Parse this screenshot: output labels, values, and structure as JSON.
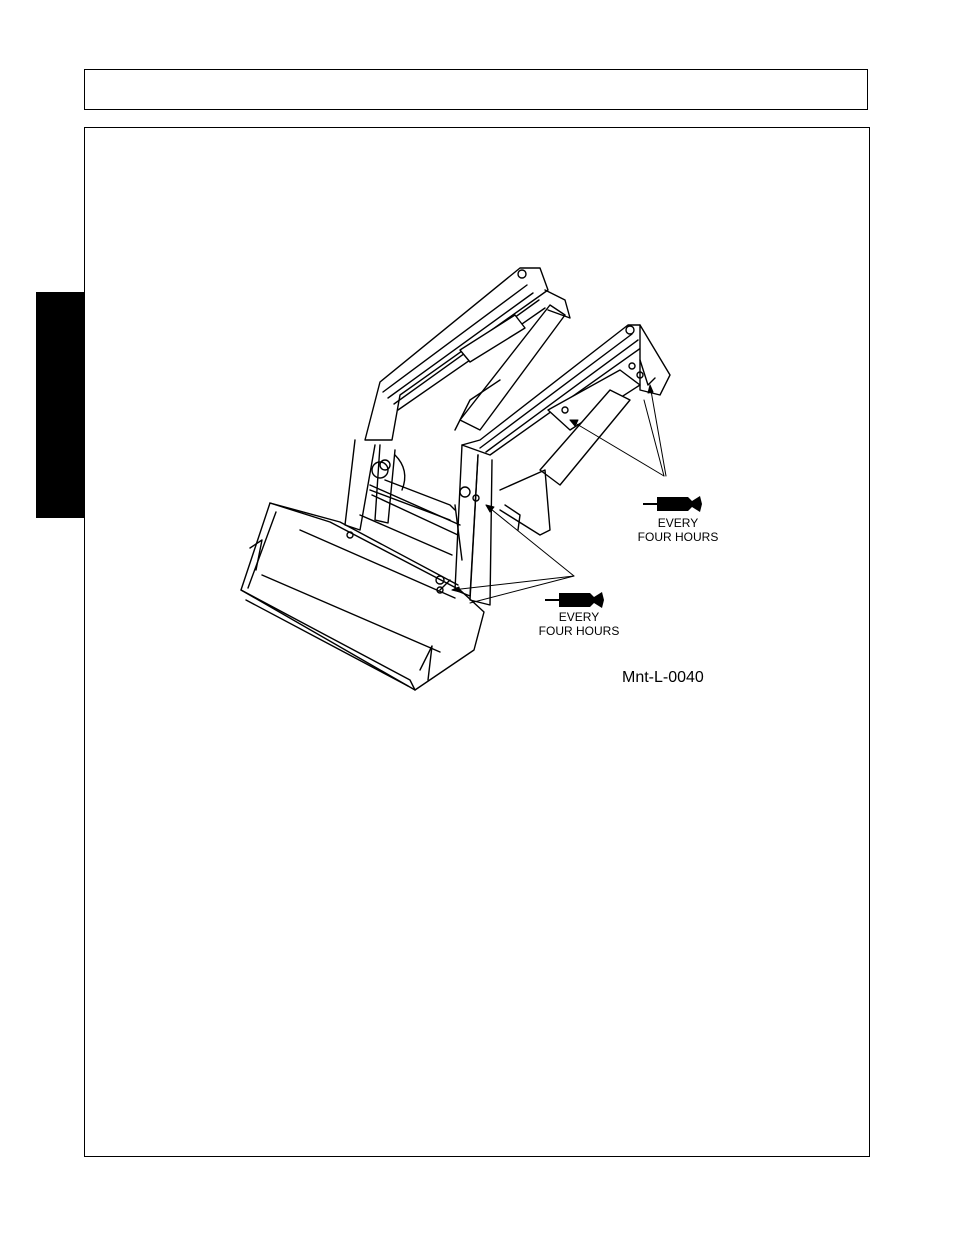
{
  "side_tab": {
    "color": "#000000"
  },
  "figure": {
    "id_label": "Mnt-L-0040",
    "callouts": [
      {
        "line1": "EVERY",
        "line2": "FOUR HOURS",
        "icon": "grease-gun-icon"
      },
      {
        "line1": "EVERY",
        "line2": "FOUR HOURS",
        "icon": "grease-gun-icon"
      }
    ]
  }
}
